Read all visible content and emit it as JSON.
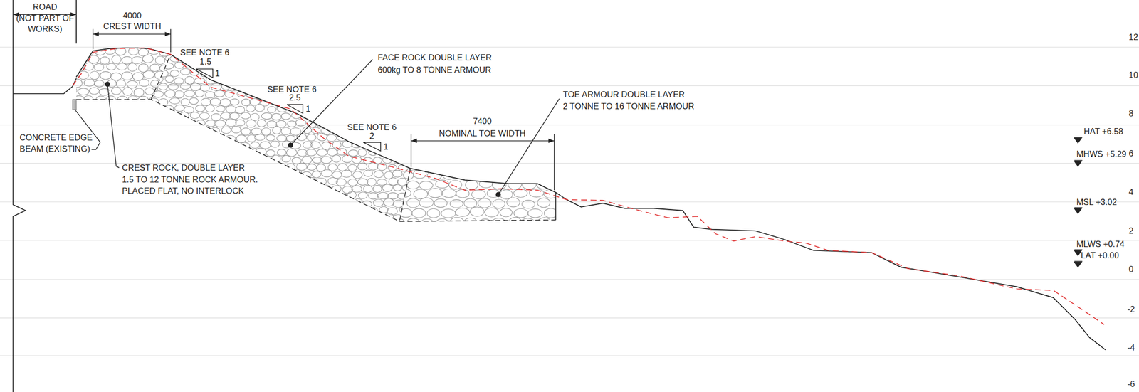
{
  "diagram": {
    "labels": [
      "ROAD",
      "(NOT PART OF",
      "WORKS)",
      "4000",
      "CREST WIDTH",
      "SEE NOTE 6",
      "1.5",
      "1",
      "FACE ROCK DOUBLE LAYER",
      "600kg TO 8 TONNE ARMOUR",
      "SEE NOTE 6",
      "2.5",
      "1",
      "TOE ARMOUR DOUBLE LAYER",
      "2 TONNE TO 16 TONNE ARMOUR",
      "SEE NOTE 6",
      "2",
      "1",
      "7400",
      "NOMINAL TOE WIDTH",
      "CONCRETE EDGE",
      "BEAM (EXISTING)",
      "CREST ROCK, DOUBLE LAYER",
      "1.5 TO 12 TONNE ROCK ARMOUR.",
      "PLACED FLAT, NO INTERLOCK",
      "HAT +6.58",
      "MHWS +5.29",
      "MSL +3.02",
      "MLWS +0.74",
      "LAT +0.00",
      "12",
      "10",
      "8",
      "6",
      "4",
      "2",
      "0",
      "-2",
      "-4",
      "-6"
    ]
  }
}
